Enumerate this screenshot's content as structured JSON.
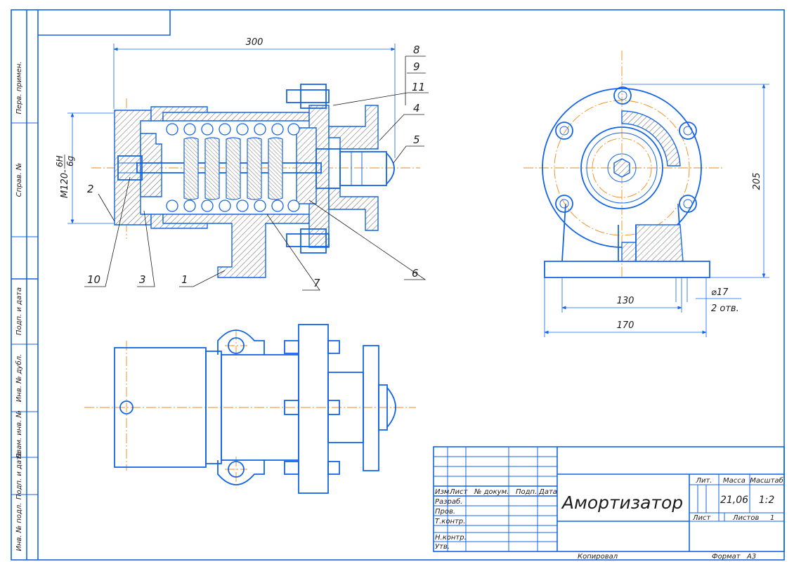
{
  "title_block": {
    "title": "Амортизатор",
    "mass": "21,06",
    "scale": "1:2",
    "sheets_total": "1",
    "headers": {
      "change": "Изм.",
      "sheet": "Лист",
      "doc_no": "№ докум.",
      "sign": "Подп.",
      "date": "Дата",
      "lit": "Лит.",
      "mass": "Масса",
      "scale": "Масштаб",
      "sheet_label": "Лист",
      "sheets_label": "Листов"
    },
    "roles": {
      "developer": "Разраб.",
      "checker": "Пров.",
      "tech_control": "Т.контр.",
      "norm_control": "Н.контр.",
      "approved": "Утв."
    }
  },
  "footer": {
    "copied": "Копировал",
    "format_label": "Формат",
    "format_value": "А3"
  },
  "side_labels": {
    "first_use": "Перв. примен.",
    "reference": "Справ. №",
    "sign_date_1": "Подп. и дата",
    "inv_dup": "Инв. № дубл.",
    "replace_inv": "Взам. инв. №",
    "sign_date_2": "Подп. и дата",
    "inv_original": "Инв. № подл."
  },
  "dimensions": {
    "length": "300",
    "thread_main": "M120-",
    "thread_num": "6H",
    "thread_den": "6g",
    "height": "205",
    "bolt_spacing": "130",
    "width": "170",
    "hole_dia": "⌀17",
    "hole_count": "2 отв."
  },
  "part_callouts": [
    "8",
    "9",
    "11",
    "4",
    "5",
    "2",
    "10",
    "3",
    "1",
    "7",
    "6"
  ]
}
